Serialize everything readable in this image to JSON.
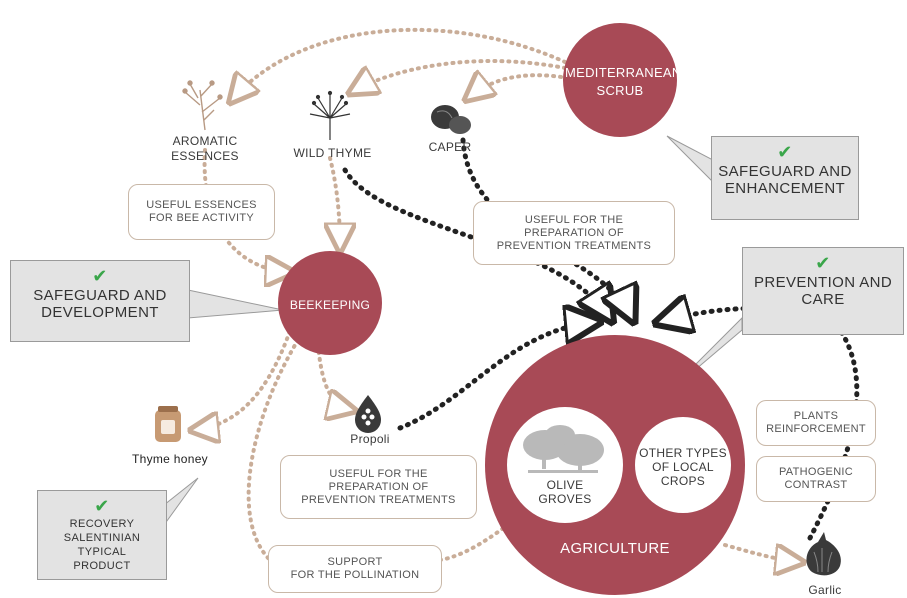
{
  "nodes": {
    "mediterranean_scrub": "MEDITERRANEAN\nSCRUB",
    "beekeeping": "BEEKEEPING",
    "agriculture": "AGRICULTURE",
    "olive_groves": "OLIVE\nGROVES",
    "other_crops": "OTHER TYPES\nOF LOCAL\nCROPS"
  },
  "icons": {
    "aromatic_essences": "AROMATIC\nESSENCES",
    "wild_thyme": "WILD THYME",
    "caper": "CAPER",
    "propoli": "Propoli",
    "thyme_honey": "Thyme honey",
    "garlic": "Garlic"
  },
  "notes": {
    "bee_essences": "USEFUL ESSENCES\nFOR BEE ACTIVITY",
    "prevention_top": "USEFUL FOR THE\nPREPARATION OF\nPREVENTION TREATMENTS",
    "prevention_bottom": "USEFUL FOR THE\nPREPARATION OF\nPREVENTION TREATMENTS",
    "pollination": "SUPPORT\nFOR THE POLLINATION",
    "plants_reinforcement": "PLANTS\nREINFORCEMENT",
    "pathogenic_contrast": "PATHOGENIC\nCONTRAST"
  },
  "callouts": {
    "safeguard_enhancement": "SAFEGUARD AND\nENHANCEMENT",
    "safeguard_development": "SAFEGUARD AND\nDEVELOPMENT",
    "prevention_care": "PREVENTION AND\nCARE",
    "recovery": "RECOVERY\nSALENTINIAN TYPICAL\nPRODUCT"
  },
  "colors": {
    "node_fill": "#a84a56",
    "dotted_tan": "#c9ad98",
    "dotted_black": "#222222",
    "check": "#3aa64a"
  },
  "check_mark": "✔"
}
